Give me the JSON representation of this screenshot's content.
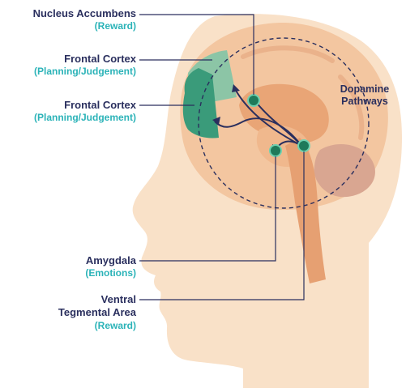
{
  "labels": {
    "nucleus_accumbens": {
      "name": "Nucleus Accumbens",
      "sub": "(Reward)"
    },
    "frontal_cortex_1": {
      "name": "Frontal Cortex",
      "sub": "(Planning/Judgement)"
    },
    "frontal_cortex_2": {
      "name": "Frontal Cortex",
      "sub": "(Planning/Judgement)"
    },
    "amygdala": {
      "name": "Amygdala",
      "sub": "(Emotions)"
    },
    "vta": {
      "name_line1": "Ventral",
      "name_line2": "Tegmental Area",
      "sub": "(Reward)"
    }
  },
  "dopamine": {
    "line1": "Dopamine",
    "line2": "Pathways"
  },
  "colors": {
    "skin": "#f9e1c8",
    "brain": "#f3c6a0",
    "frontal": "#3a9b7a",
    "frontal_light": "#8cc5a6",
    "navy": "#2a2f5e",
    "teal": "#2bb3b8",
    "node": "#1f7a5a"
  }
}
